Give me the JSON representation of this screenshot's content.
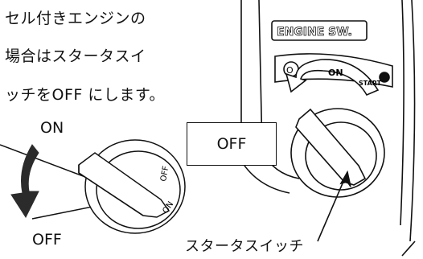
{
  "instructions": {
    "line1": "セル付きエンジンの",
    "line2": "場合はスタータスイ",
    "line3": "ッチをOFF にします。"
  },
  "knob_labels": {
    "on": "ON",
    "off": "OFF",
    "dial_off": "OFF",
    "dial_on": "ON"
  },
  "panel": {
    "title": "ENGINE SW.",
    "pos_off": "O",
    "pos_on": "ON",
    "pos_start": "START"
  },
  "callouts": {
    "off_box": "OFF",
    "starter_switch": "スタータスイッチ"
  },
  "colors": {
    "arrow_fill": "#2b2b2b",
    "line": "#111111"
  }
}
